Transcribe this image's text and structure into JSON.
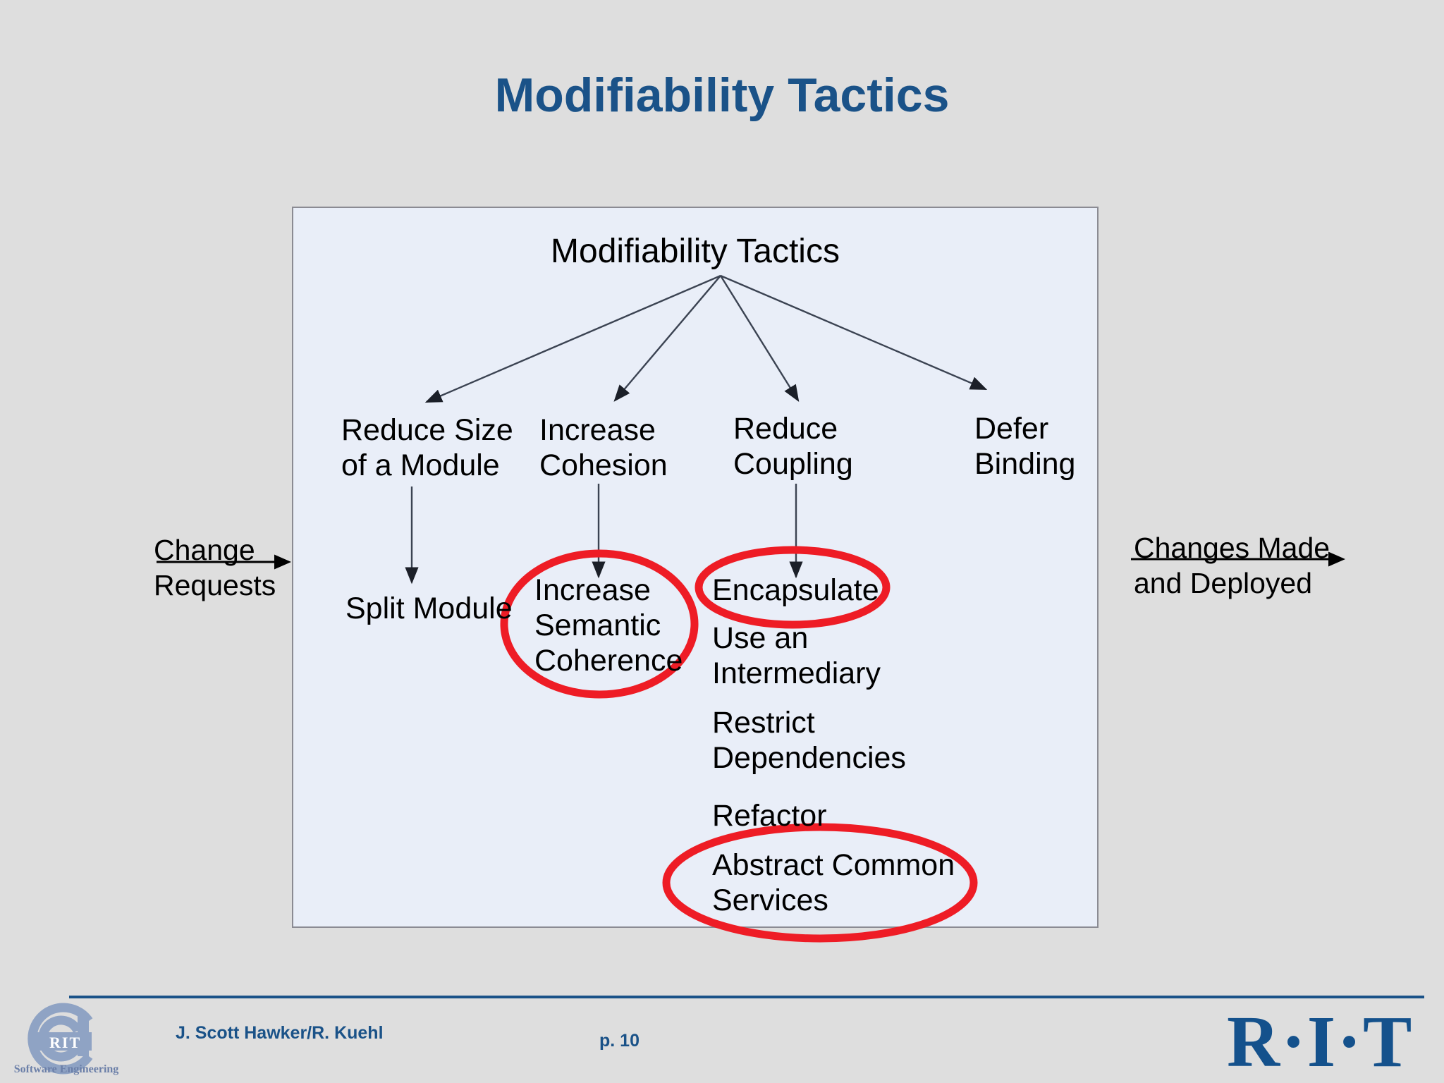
{
  "slide": {
    "title": "Modifiability Tactics",
    "title_color": "#1a5288",
    "background_color": "#dedede"
  },
  "diagram": {
    "box_fill": "#e9eef8",
    "box_border": "#8b8b93",
    "root": "Modifiability Tactics",
    "categories": [
      {
        "label": "Reduce Size\nof a Module"
      },
      {
        "label": "Increase\nCohesion"
      },
      {
        "label": "Reduce\nCoupling"
      },
      {
        "label": "Defer\nBinding"
      }
    ],
    "tactics": [
      {
        "label": "Split Module",
        "highlighted": false
      },
      {
        "label": "Increase\nSemantic\nCoherence",
        "highlighted": true
      },
      {
        "label": "Encapsulate",
        "highlighted": true
      },
      {
        "label": "Use an\nIntermediary",
        "highlighted": false
      },
      {
        "label": "Restrict\nDependencies",
        "highlighted": false
      },
      {
        "label": "Refactor",
        "highlighted": false
      },
      {
        "label": "Abstract Common\nServices",
        "highlighted": true
      }
    ],
    "input_label": "Change\nRequests",
    "output_label": "Changes Made\nand Deployed",
    "highlight_color": "#ee1c25",
    "connector_color": "#3b4352"
  },
  "footer": {
    "author": "J. Scott Hawker/R. Kuehl",
    "page": "p. 10",
    "rit_wordmark": "R·I·T",
    "se_logo_caption": "Software Engineering",
    "se_logo_letters": "RIT",
    "rule_color": "#1a5288"
  }
}
